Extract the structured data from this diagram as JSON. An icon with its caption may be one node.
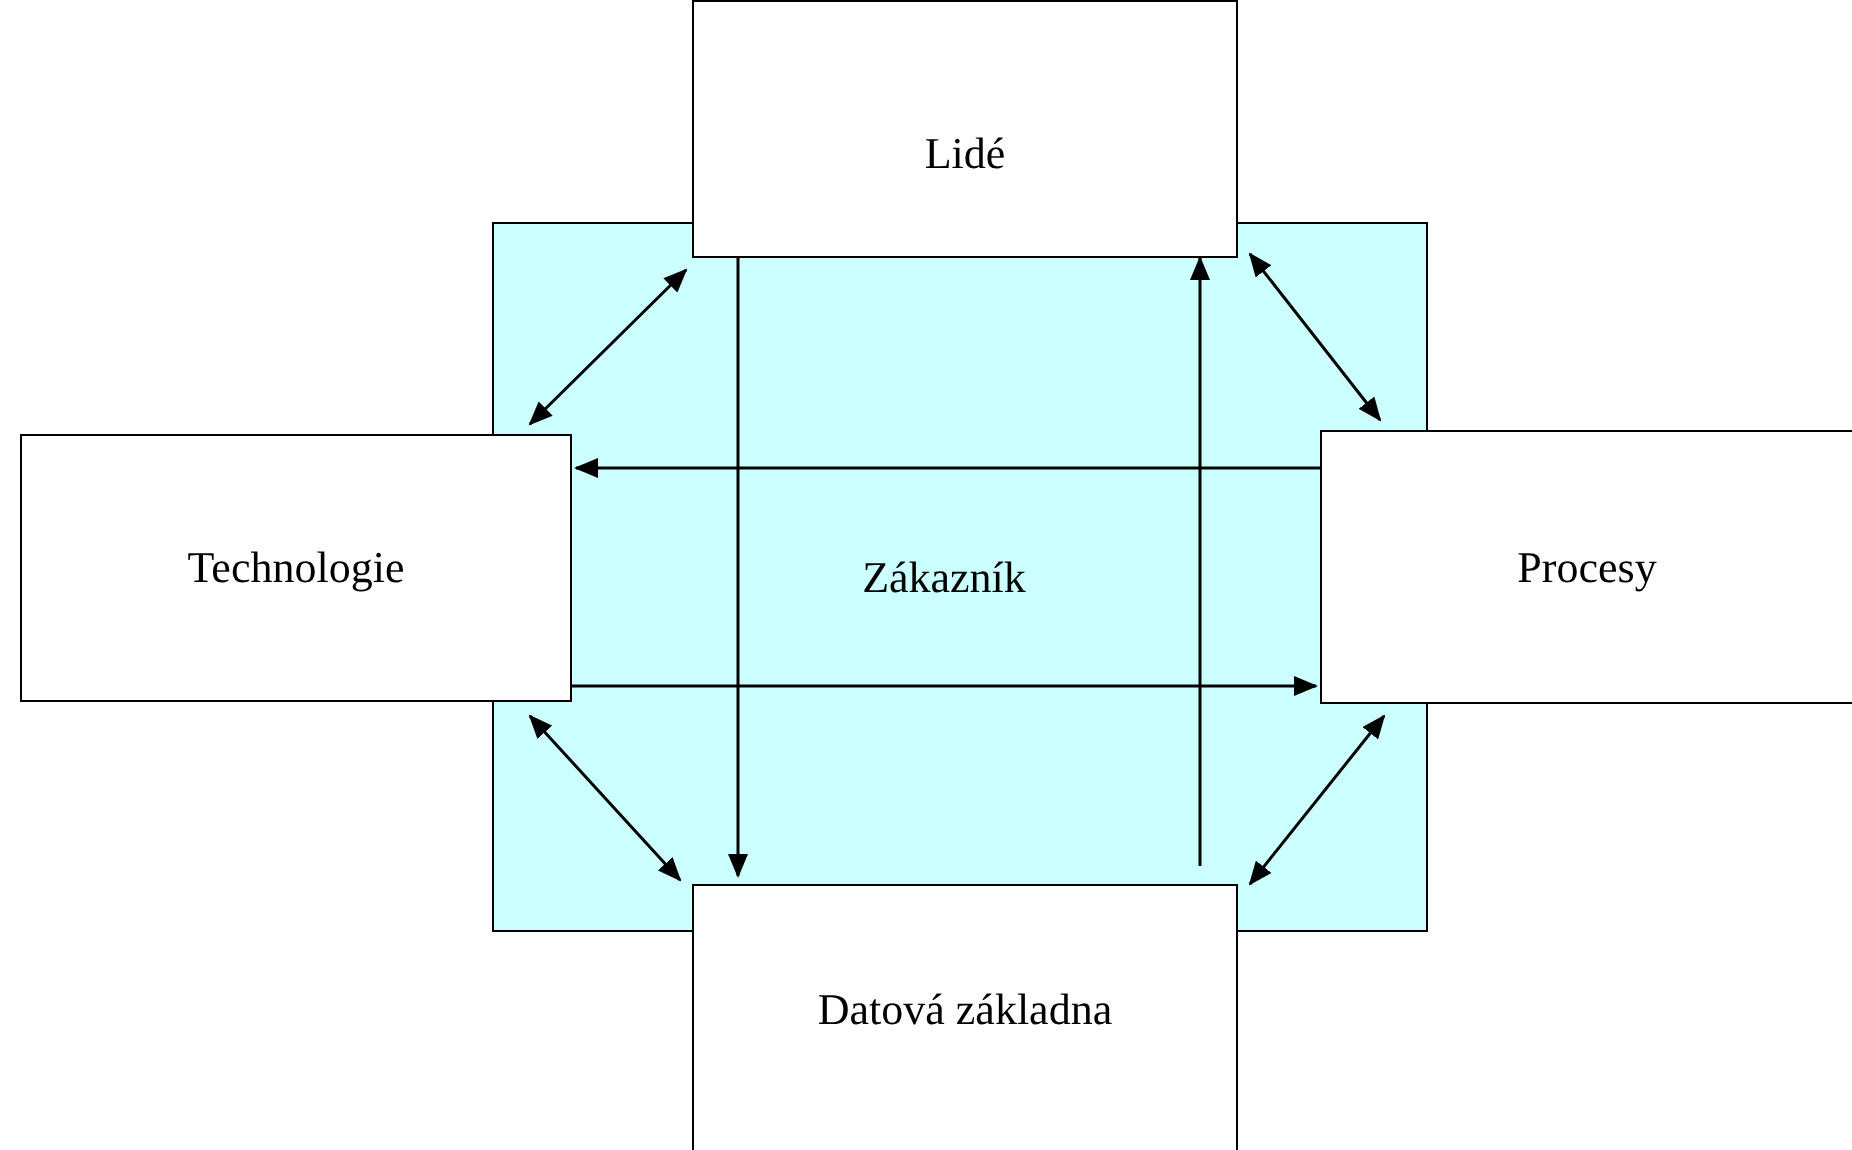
{
  "diagram": {
    "nodes": [
      {
        "text": [
          "Lidé"
        ]
      },
      {
        "text": [
          "Technologie"
        ]
      },
      {
        "text": [
          "Procesy"
        ]
      },
      {
        "text": [
          "Datová základna"
        ]
      }
    ],
    "edges": [
      {
        "from": 0,
        "to": 1,
        "arrow": "both"
      },
      {
        "from": 0,
        "to": 2,
        "arrow": "both"
      },
      {
        "from": 1,
        "to": 3,
        "arrow": "both"
      },
      {
        "from": 2,
        "to": 3,
        "arrow": "both"
      },
      {
        "from": 2,
        "to": 1,
        "arrow": "to"
      },
      {
        "from": 1,
        "to": 2,
        "arrow": "to"
      },
      {
        "from": 0,
        "to": 3,
        "arrow": "to"
      },
      {
        "from": 3,
        "to": 0,
        "arrow": "to"
      }
    ],
    "labels": [
      "Zákazník"
    ]
  }
}
